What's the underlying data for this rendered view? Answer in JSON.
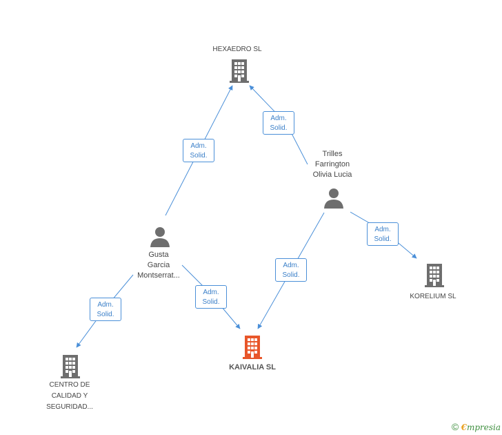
{
  "colors": {
    "edge": "#4a8fd8",
    "node_gray": "#6e6e6e",
    "node_center": "#e8562a"
  },
  "nodes": {
    "hexaedro": {
      "label": "HEXAEDRO SL",
      "icon": "building-icon"
    },
    "trilles": {
      "label": "Trilles\nFarrington\nOlivia Lucia",
      "icon": "person-icon"
    },
    "gusta": {
      "label": "Gusta\nGarcia\nMontserrat...",
      "icon": "person-icon"
    },
    "korelium": {
      "label": "KORELIUM SL",
      "icon": "building-icon"
    },
    "kaivalia": {
      "label": "KAIVALIA SL",
      "icon": "building-icon"
    },
    "centro": {
      "label": "CENTRO DE\nCALIDAD Y\nSEGURIDAD...",
      "icon": "building-icon"
    }
  },
  "edges": [
    {
      "from": "gusta",
      "to": "hexaedro",
      "label": "Adm.\nSolid."
    },
    {
      "from": "trilles",
      "to": "hexaedro",
      "label": "Adm.\nSolid."
    },
    {
      "from": "trilles",
      "to": "korelium",
      "label": "Adm.\nSolid."
    },
    {
      "from": "trilles",
      "to": "kaivalia",
      "label": "Adm.\nSolid."
    },
    {
      "from": "gusta",
      "to": "kaivalia",
      "label": "Adm.\nSolid."
    },
    {
      "from": "gusta",
      "to": "centro",
      "label": "Adm.\nSolid."
    }
  ],
  "brand": {
    "copyright": "©",
    "e": "€",
    "rest": "mpresia"
  }
}
